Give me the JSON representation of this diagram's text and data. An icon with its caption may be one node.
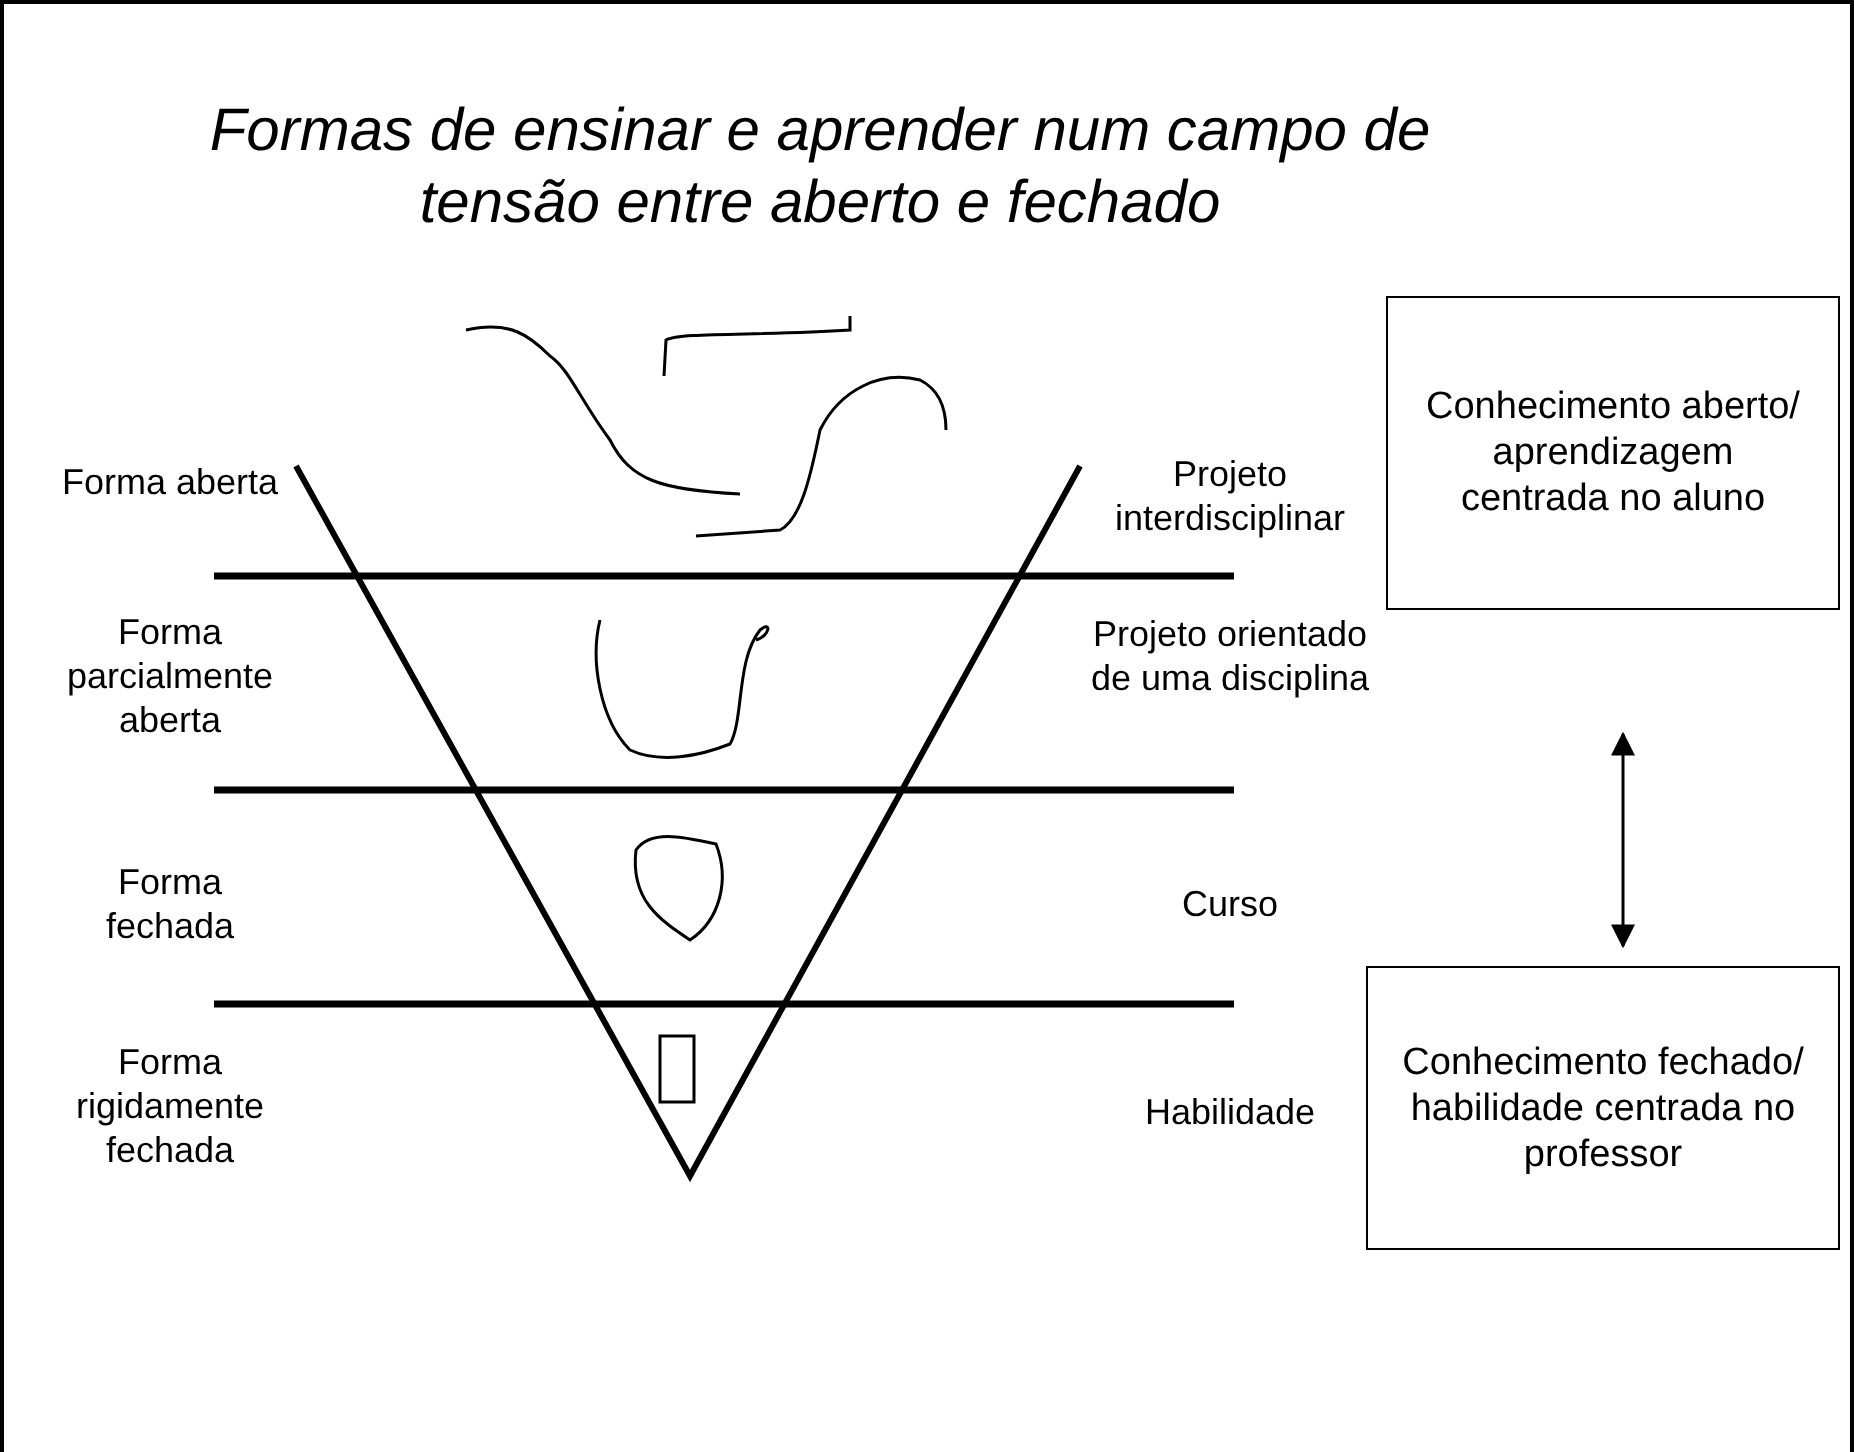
{
  "diagram": {
    "title": "Formas de ensinar e aprender num campo de tensão entre aberto e fechado",
    "nodes": [
      {
        "text": [
          "Conhecimento aberto/ aprendizagem centrada no aluno"
        ]
      },
      {
        "text": [
          "Conhecimento fechado/ habilidade centrada no professor"
        ]
      }
    ],
    "edges": [
      {
        "from": 0,
        "to": 1,
        "arrow": "both"
      }
    ],
    "labels": [
      "Forma aberta",
      "Projeto interdisciplinar",
      "Forma parcialmente aberta",
      "Projeto orientado de uma disciplina",
      "Forma fechada",
      "Curso",
      "Forma rigidamente fechada",
      "Habilidade"
    ]
  }
}
